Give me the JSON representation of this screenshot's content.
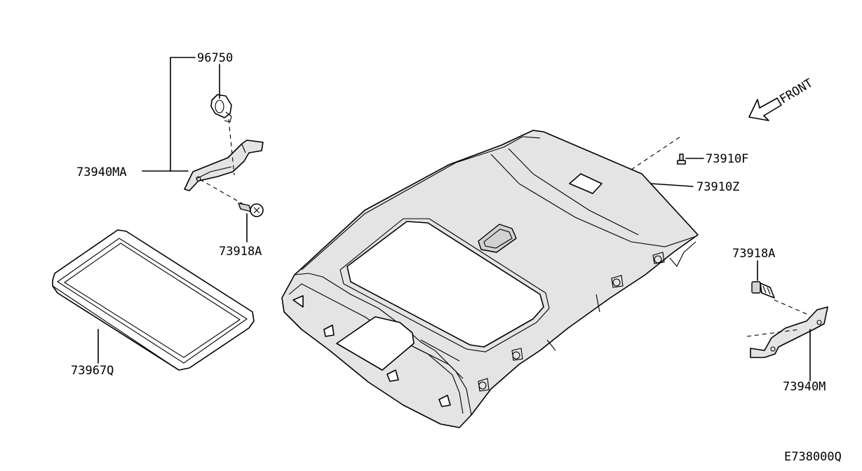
{
  "labels": {
    "p96750": "96750",
    "p73940MA": "73940MA",
    "p73918A_left": "73918A",
    "p73967Q": "73967Q",
    "p73910F": "73910F",
    "p73910Z": "73910Z",
    "p73918A_right": "73918A",
    "p73940M": "73940M",
    "front": "FRONT",
    "diagram_code": "E738000Q"
  },
  "icons": {
    "front_arrow": "front-direction-arrow-icon"
  }
}
